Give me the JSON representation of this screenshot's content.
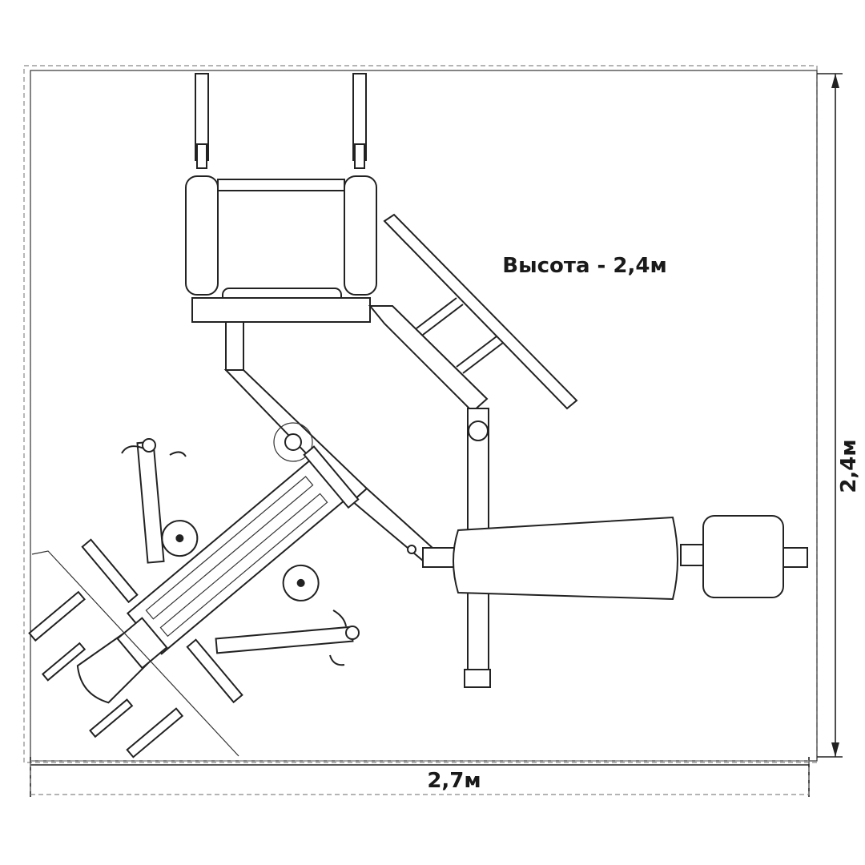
{
  "labels": {
    "height": "Высота - 2,4м",
    "depth_dimension": "2,4м",
    "width_dimension": "2,7м"
  }
}
